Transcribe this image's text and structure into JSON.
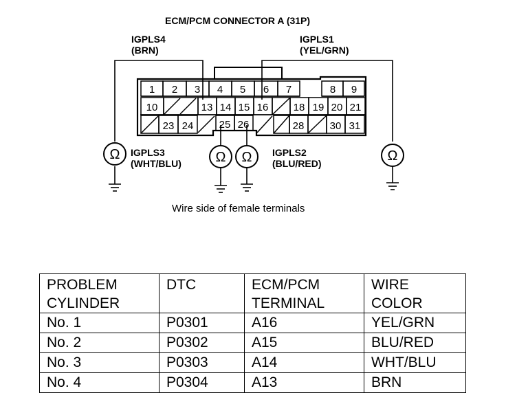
{
  "diagram": {
    "title": "ECM/PCM CONNECTOR A (31P)",
    "caption": "Wire side of female terminals",
    "ohm_symbol": "Ω",
    "terminals": {
      "row1": [
        "1",
        "2",
        "3",
        "4",
        "5",
        "6",
        "7",
        "8",
        "9"
      ],
      "row2": [
        "10",
        "13",
        "14",
        "15",
        "16",
        "18",
        "19",
        "20",
        "21"
      ],
      "row3": [
        "23",
        "24",
        "25",
        "26",
        "28",
        "30",
        "31"
      ]
    },
    "labels": {
      "igpls4_name": "IGPLS4",
      "igpls4_color": "(BRN)",
      "igpls1_name": "IGPLS1",
      "igpls1_color": "(YEL/GRN)",
      "igpls3_name": "IGPLS3",
      "igpls3_color": "(WHT/BLU)",
      "igpls2_name": "IGPLS2",
      "igpls2_color": "(BLU/RED)"
    }
  },
  "table": {
    "headers": [
      [
        "PROBLEM",
        "CYLINDER"
      ],
      [
        "DTC",
        ""
      ],
      [
        "ECM/PCM",
        "TERMINAL"
      ],
      [
        "WIRE",
        "COLOR"
      ]
    ],
    "rows": [
      [
        "No. 1",
        "P0301",
        "A16",
        "YEL/GRN"
      ],
      [
        "No. 2",
        "P0302",
        "A15",
        "BLU/RED"
      ],
      [
        "No. 3",
        "P0303",
        "A14",
        "WHT/BLU"
      ],
      [
        "No. 4",
        "P0304",
        "A13",
        "BRN"
      ]
    ]
  }
}
